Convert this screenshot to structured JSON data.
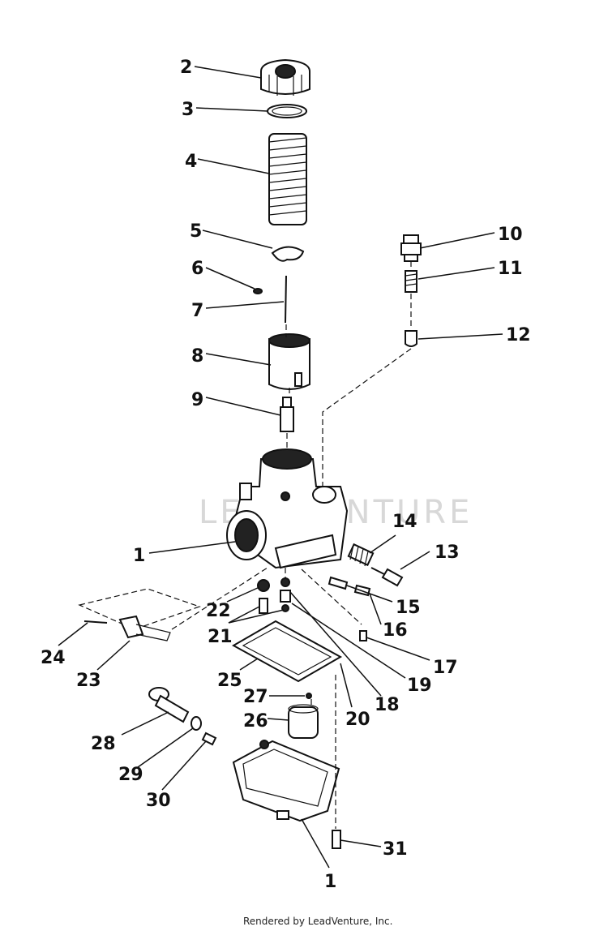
{
  "callouts": [
    "1",
    "2",
    "3",
    "4",
    "5",
    "6",
    "7",
    "8",
    "9",
    "10",
    "11",
    "12",
    "13",
    "14",
    "15",
    "16",
    "17",
    "18",
    "19",
    "20",
    "21",
    "22",
    "23",
    "24",
    "25",
    "26",
    "27",
    "28",
    "29",
    "30",
    "31",
    "1"
  ],
  "watermark": "LEADVENTURE",
  "footer": "Rendered by LeadVenture, Inc."
}
